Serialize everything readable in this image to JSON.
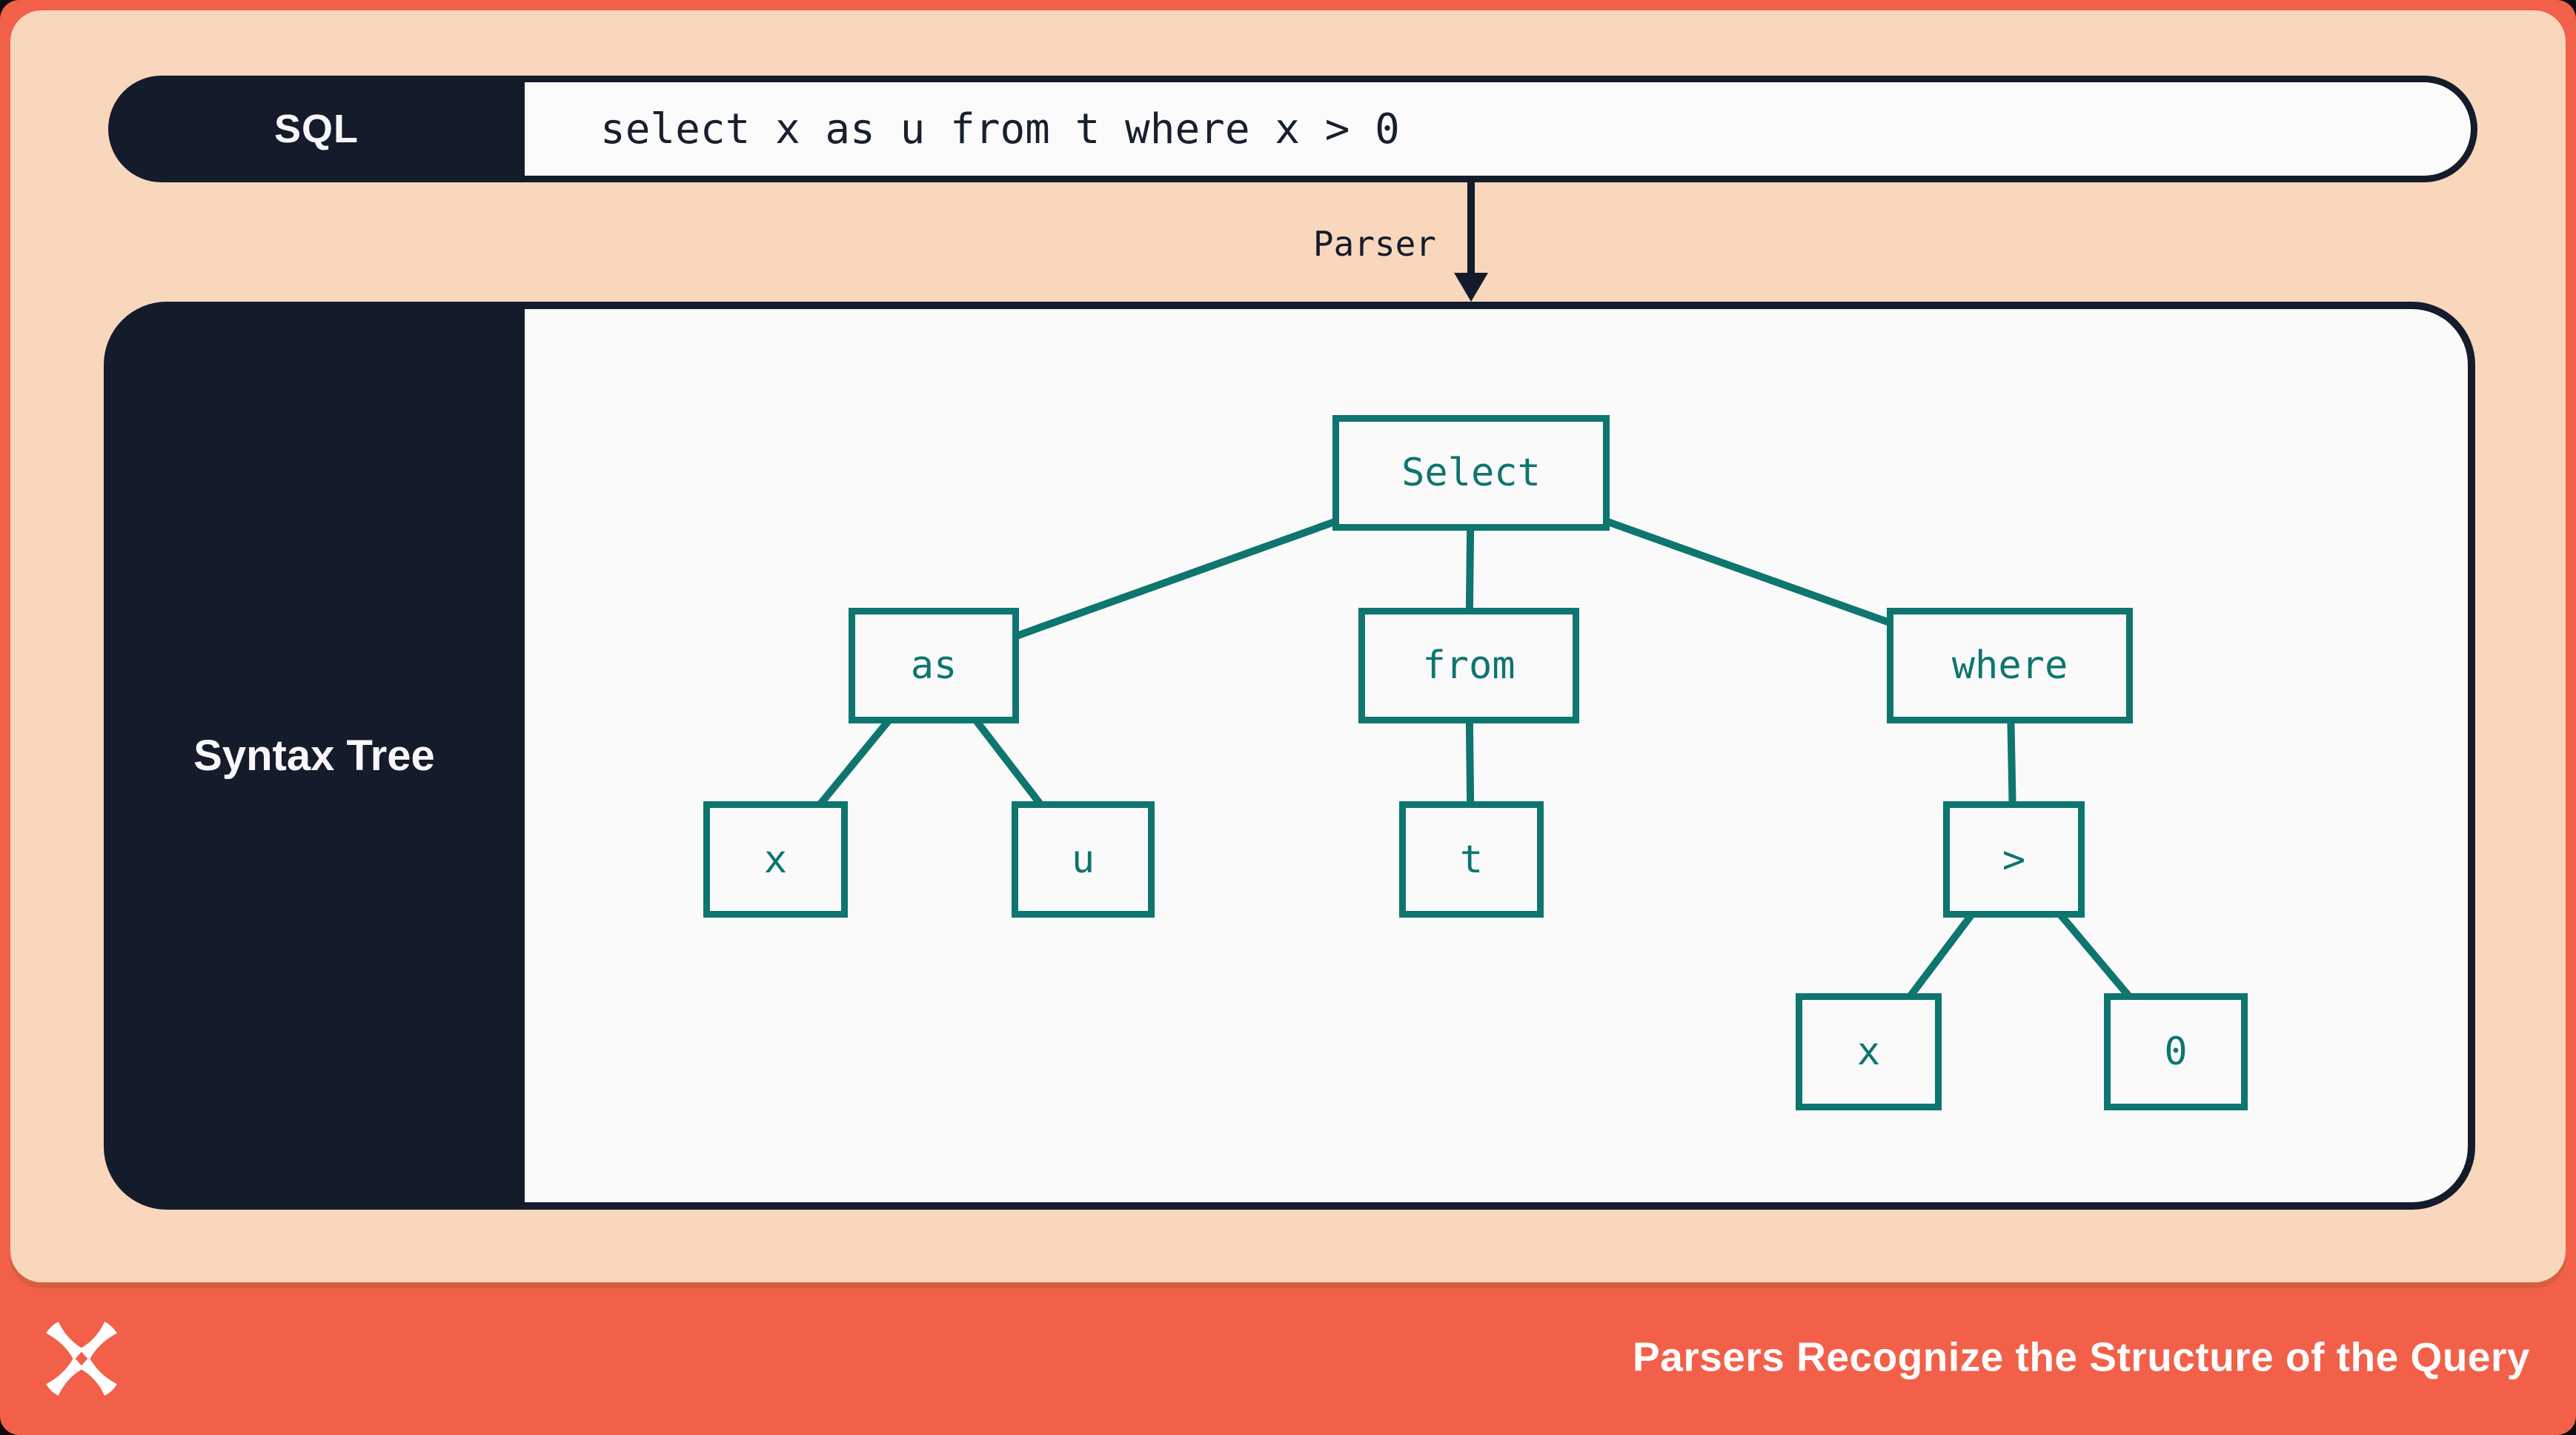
{
  "sql_bar": {
    "label": "SQL",
    "query": "select x as u from t where x > 0"
  },
  "parser": {
    "label": "Parser",
    "arrow_icon": "down-arrow"
  },
  "tree_panel": {
    "sidebar_label": "Syntax Tree",
    "nodes": [
      {
        "id": "select",
        "label": "Select"
      },
      {
        "id": "as",
        "label": "as"
      },
      {
        "id": "from",
        "label": "from"
      },
      {
        "id": "where",
        "label": "where"
      },
      {
        "id": "x1",
        "label": "x"
      },
      {
        "id": "u",
        "label": "u"
      },
      {
        "id": "t",
        "label": "t"
      },
      {
        "id": "gt",
        "label": ">"
      },
      {
        "id": "x2",
        "label": "x"
      },
      {
        "id": "zero",
        "label": "0"
      }
    ],
    "edges": [
      [
        "select",
        "as"
      ],
      [
        "select",
        "from"
      ],
      [
        "select",
        "where"
      ],
      [
        "as",
        "x1"
      ],
      [
        "as",
        "u"
      ],
      [
        "from",
        "t"
      ],
      [
        "where",
        "gt"
      ],
      [
        "gt",
        "x2"
      ],
      [
        "gt",
        "zero"
      ]
    ]
  },
  "footer": {
    "title": "Parsers Recognize the Structure of the Query",
    "logo": "dolt-x-logo"
  },
  "colors": {
    "accent_orange": "#F3604A",
    "peach": "#F8D7BD",
    "navy": "#141B2B",
    "teal": "#0E756F",
    "panel_white": "#FAFAFB"
  }
}
